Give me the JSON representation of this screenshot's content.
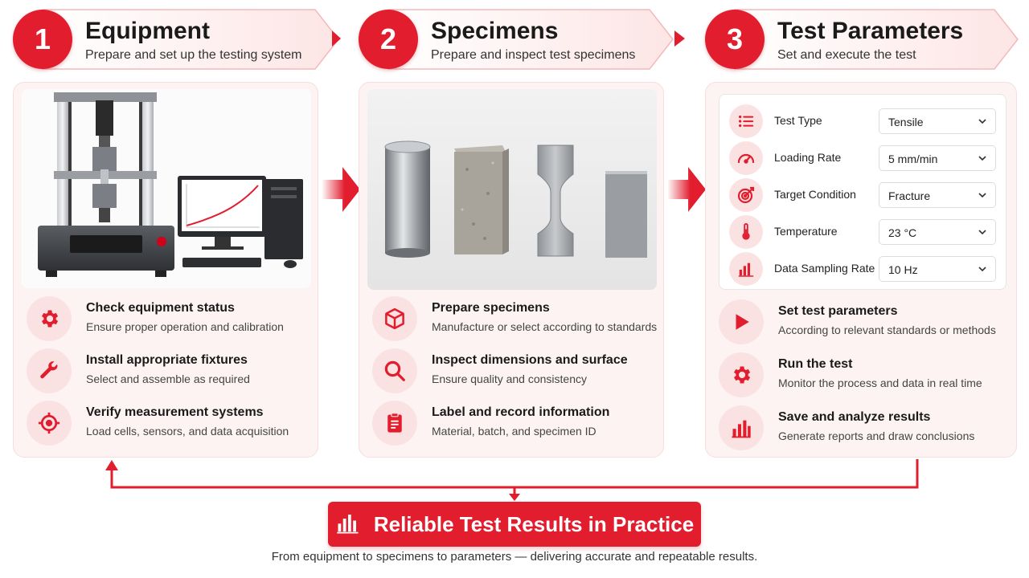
{
  "steps": [
    {
      "number": "1",
      "title": "Equipment",
      "subtitle": "Prepare and set up the testing system",
      "items": [
        {
          "icon": "gear-icon",
          "title": "Check equipment status",
          "subtitle": "Ensure proper operation and calibration"
        },
        {
          "icon": "wrench-icon",
          "title": "Install appropriate fixtures",
          "subtitle": "Select and assemble as required"
        },
        {
          "icon": "target-icon",
          "title": "Verify measurement systems",
          "subtitle": "Load cells, sensors, and data acquisition"
        }
      ]
    },
    {
      "number": "2",
      "title": "Specimens",
      "subtitle": "Prepare and inspect test specimens",
      "items": [
        {
          "icon": "cube-icon",
          "title": "Prepare specimens",
          "subtitle": "Manufacture or select according to standards"
        },
        {
          "icon": "magnifier-icon",
          "title": "Inspect dimensions and surface",
          "subtitle": "Ensure quality and consistency"
        },
        {
          "icon": "clipboard-icon",
          "title": "Label and record information",
          "subtitle": "Material, batch, and specimen ID"
        }
      ]
    },
    {
      "number": "3",
      "title": "Test Parameters",
      "subtitle": "Set and execute the test",
      "parameters": [
        {
          "icon": "list-icon",
          "label": "Test Type",
          "value": "Tensile"
        },
        {
          "icon": "gauge-icon",
          "label": "Loading Rate",
          "value": "5 mm/min"
        },
        {
          "icon": "bullseye-icon",
          "label": "Target Condition",
          "value": "Fracture"
        },
        {
          "icon": "thermometer-icon",
          "label": "Temperature",
          "value": "23 °C"
        },
        {
          "icon": "bar-chart-icon",
          "label": "Data Sampling Rate",
          "value": "10 Hz"
        }
      ],
      "items": [
        {
          "icon": "play-icon",
          "title": "Set test parameters",
          "subtitle": "According to relevant standards or methods"
        },
        {
          "icon": "gear-icon",
          "title": "Run the test",
          "subtitle": "Monitor the process and data in real time"
        },
        {
          "icon": "bar-chart-icon",
          "title": "Save and analyze results",
          "subtitle": "Generate reports and draw conclusions"
        }
      ]
    }
  ],
  "result": {
    "label": "Reliable Test Results in Practice",
    "icon": "bar-chart-icon",
    "caption": "From equipment to specimens to parameters — delivering accurate and repeatable results."
  },
  "colors": {
    "accent": "#e11d2e",
    "panel_bg": "#fdf3f3",
    "icon_bg": "#fbe2e2"
  }
}
